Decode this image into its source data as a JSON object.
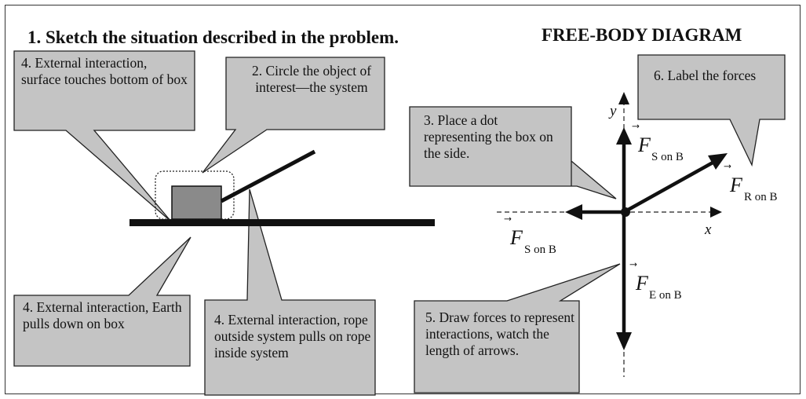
{
  "headings": {
    "step1": "1. Sketch the situation described in the problem.",
    "fbd": "FREE-BODY DIAGRAM"
  },
  "callouts": {
    "surface": "4. External interaction, surface touches bottom of box",
    "circle": "2. Circle the object of interest—the system",
    "dot": "3. Place a dot representing the box on the side.",
    "label": "6. Label the forces",
    "earth": "4. External interaction, Earth pulls down on box",
    "rope": "4. External interaction, rope outside system pulls on rope inside system",
    "draw": "5. Draw forces to represent interactions, watch the length of arrows."
  },
  "axes": {
    "x": "x",
    "y": "y"
  },
  "forces": {
    "symbol": "F",
    "arrow_mark": "⃗",
    "normal_sub": "S on B",
    "friction_sub": "S on B",
    "rope_sub": "R on B",
    "gravity_sub": "E on B"
  },
  "colors": {
    "callout_fill": "#c4c4c4",
    "box_fill": "#8a8a8a",
    "ink": "#111111"
  }
}
